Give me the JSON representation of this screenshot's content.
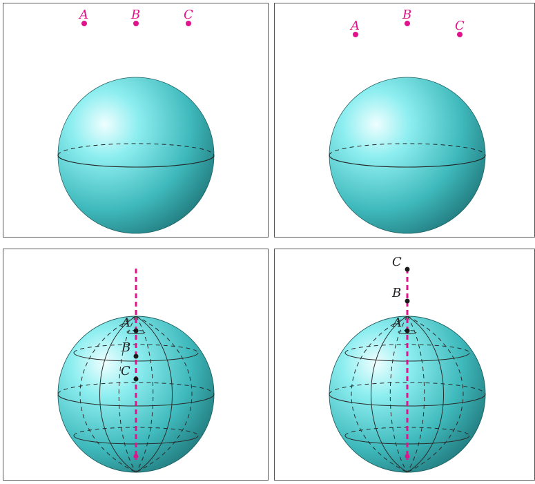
{
  "colors": {
    "point": "#e0138c",
    "axis": "#e0138c",
    "dark_point": "#1a1a1a",
    "sphere_light": "#dffcff",
    "sphere_mid": "#4fcfd2",
    "sphere_dark": "#1f7f82",
    "line": "#2a2a2a"
  },
  "panels": {
    "p1": {
      "points": [
        {
          "label": "A"
        },
        {
          "label": "B"
        },
        {
          "label": "C"
        }
      ]
    },
    "p2": {
      "points": [
        {
          "label": "A"
        },
        {
          "label": "B"
        },
        {
          "label": "C"
        }
      ]
    },
    "p3": {
      "points": [
        {
          "label": "A"
        },
        {
          "label": "B"
        },
        {
          "label": "C"
        }
      ]
    },
    "p4": {
      "points": [
        {
          "label": "A"
        },
        {
          "label": "B"
        },
        {
          "label": "C"
        }
      ]
    }
  }
}
